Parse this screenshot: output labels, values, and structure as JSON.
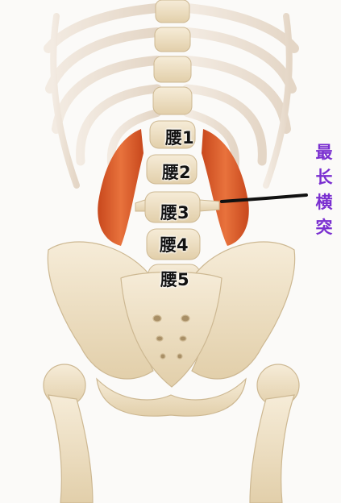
{
  "vertebra_labels": [
    {
      "label": "腰1"
    },
    {
      "label": "腰2"
    },
    {
      "label": "腰3"
    },
    {
      "label": "腰4"
    },
    {
      "label": "腰5"
    }
  ],
  "annotation": {
    "text": "最长横突",
    "color": "#7a2fd0"
  },
  "colors": {
    "bone": "#efe1c6",
    "bone_shadow": "#cdb892",
    "muscle": "#e0622d",
    "pointer": "#111111"
  }
}
